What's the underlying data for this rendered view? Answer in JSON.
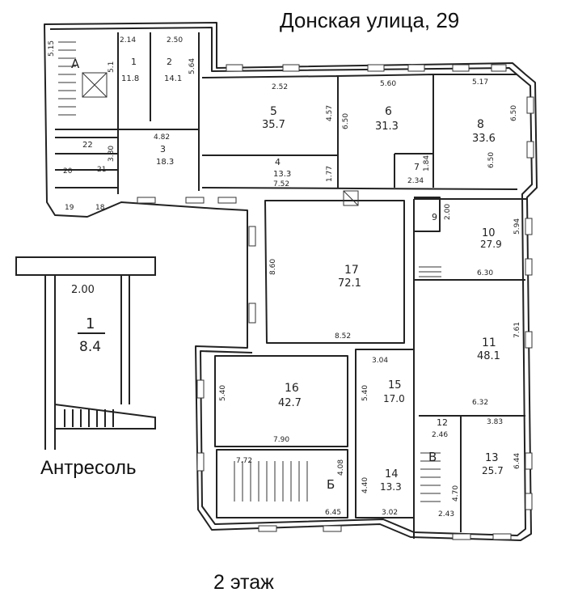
{
  "header": {
    "address": "Донская улица, 29"
  },
  "footer": {
    "floor": "2 этаж"
  },
  "mezzanine": {
    "caption": "Антресоль",
    "room": {
      "number": "1",
      "area": "8.4",
      "width": "2.00"
    }
  },
  "stairs": {
    "a": "А",
    "b": "Б",
    "v": "В"
  },
  "rooms": [
    {
      "id": "r1",
      "number": "1",
      "area": "11.8"
    },
    {
      "id": "r2",
      "number": "2",
      "area": "14.1"
    },
    {
      "id": "r3",
      "number": "3",
      "area": "18.3"
    },
    {
      "id": "r4",
      "number": "4",
      "area": "13.3"
    },
    {
      "id": "r5",
      "number": "5",
      "area": "35.7"
    },
    {
      "id": "r6",
      "number": "6",
      "area": "31.3"
    },
    {
      "id": "r7",
      "number": "7",
      "area": ""
    },
    {
      "id": "r8",
      "number": "8",
      "area": "33.6"
    },
    {
      "id": "r9",
      "number": "9",
      "area": ""
    },
    {
      "id": "r10",
      "number": "10",
      "area": "27.9"
    },
    {
      "id": "r11",
      "number": "11",
      "area": "48.1"
    },
    {
      "id": "r12",
      "number": "12",
      "area": ""
    },
    {
      "id": "r13",
      "number": "13",
      "area": "25.7"
    },
    {
      "id": "r14",
      "number": "14",
      "area": "13.3"
    },
    {
      "id": "r15",
      "number": "15",
      "area": "17.0"
    },
    {
      "id": "r16",
      "number": "16",
      "area": "42.7"
    },
    {
      "id": "r17",
      "number": "17",
      "area": "72.1"
    },
    {
      "id": "r18",
      "number": "18",
      "area": ""
    },
    {
      "id": "r19",
      "number": "19",
      "area": ""
    },
    {
      "id": "r20",
      "number": "20",
      "area": ""
    },
    {
      "id": "r21",
      "number": "21",
      "area": ""
    },
    {
      "id": "r22",
      "number": "22",
      "area": ""
    }
  ],
  "dimensions": [
    "2.14",
    "2.50",
    "5.15",
    "5.1",
    "5.64",
    "4.82",
    "3.80",
    "2.52",
    "4.57",
    "5.60",
    "5.17",
    "6.50",
    "6.50",
    "1.77",
    "7.52",
    "2.34",
    "1.84",
    "6.50",
    "2.00",
    "5.94",
    "6.30",
    "8.60",
    "8.52",
    "3.04",
    "7.61",
    "5.40",
    "5.40",
    "6.32",
    "3.83",
    "2.46",
    "7.90",
    "7.72",
    "4.08",
    "4.40",
    "6.45",
    "3.02",
    "6.44",
    "2.43",
    "4.70"
  ]
}
